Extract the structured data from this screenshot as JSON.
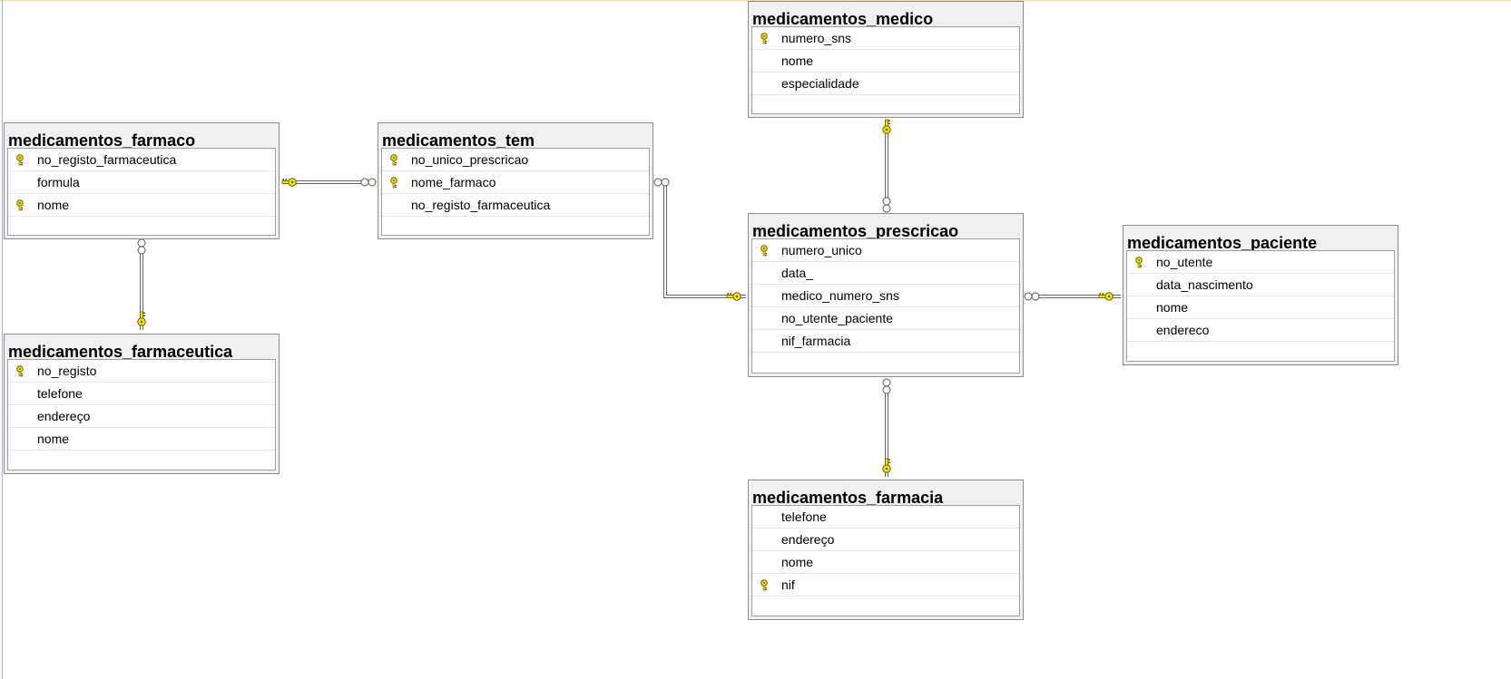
{
  "tables": {
    "farmaco": {
      "name": "medicamentos_farmaco",
      "columns": [
        {
          "name": "no_registo_farmaceutica",
          "key": true
        },
        {
          "name": "formula",
          "key": false
        },
        {
          "name": "nome",
          "key": true
        }
      ]
    },
    "tem": {
      "name": "medicamentos_tem",
      "columns": [
        {
          "name": "no_unico_prescricao",
          "key": true
        },
        {
          "name": "nome_farmaco",
          "key": true
        },
        {
          "name": "no_registo_farmaceutica",
          "key": false
        }
      ]
    },
    "medico": {
      "name": "medicamentos_medico",
      "columns": [
        {
          "name": "numero_sns",
          "key": true
        },
        {
          "name": "nome",
          "key": false
        },
        {
          "name": "especialidade",
          "key": false
        }
      ]
    },
    "prescricao": {
      "name": "medicamentos_prescricao",
      "columns": [
        {
          "name": "numero_unico",
          "key": true
        },
        {
          "name": "data_",
          "key": false
        },
        {
          "name": "medico_numero_sns",
          "key": false
        },
        {
          "name": "no_utente_paciente",
          "key": false
        },
        {
          "name": "nif_farmacia",
          "key": false
        }
      ]
    },
    "paciente": {
      "name": "medicamentos_paciente",
      "columns": [
        {
          "name": "no_utente",
          "key": true
        },
        {
          "name": "data_nascimento",
          "key": false
        },
        {
          "name": "nome",
          "key": false
        },
        {
          "name": "endereco",
          "key": false
        }
      ]
    },
    "farmaceutica": {
      "name": "medicamentos_farmaceutica",
      "columns": [
        {
          "name": "no_registo",
          "key": true
        },
        {
          "name": "telefone",
          "key": false
        },
        {
          "name": "endereço",
          "key": false
        },
        {
          "name": "nome",
          "key": false
        }
      ]
    },
    "farmacia": {
      "name": "medicamentos_farmacia",
      "columns": [
        {
          "name": "telefone",
          "key": false
        },
        {
          "name": "endereço",
          "key": false
        },
        {
          "name": "nome",
          "key": false
        },
        {
          "name": "nif",
          "key": true
        }
      ]
    }
  },
  "relationships": [
    {
      "one": "farmaco",
      "many": "tem"
    },
    {
      "one": "farmaceutica",
      "many": "farmaco"
    },
    {
      "one": "medico",
      "many": "prescricao"
    },
    {
      "one": "prescricao",
      "many": "tem"
    },
    {
      "one": "paciente",
      "many": "prescricao"
    },
    {
      "one": "farmacia",
      "many": "prescricao"
    }
  ],
  "colors": {
    "key_fill": "#f7e400",
    "key_stroke": "#6b5a00",
    "connector": "#666666"
  }
}
